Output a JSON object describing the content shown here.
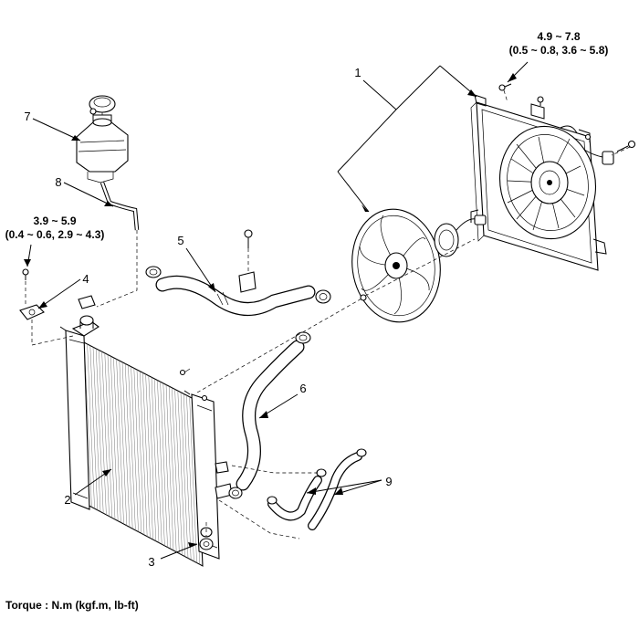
{
  "callouts": {
    "c1": "1",
    "c2": "2",
    "c3": "3",
    "c4": "4",
    "c5": "5",
    "c6": "6",
    "c7": "7",
    "c8": "8",
    "c9": "9"
  },
  "torques": {
    "fan_bolt_line1": "4.9 ~ 7.8",
    "fan_bolt_line2": "(0.5 ~ 0.8, 3.6 ~ 5.8)",
    "reservoir_bolt_line1": "3.9 ~ 5.9",
    "reservoir_bolt_line2": "(0.4 ~ 0.6, 2.9 ~ 4.3)"
  },
  "caption": "Torque : N.m (kgf.m, lb-ft)"
}
